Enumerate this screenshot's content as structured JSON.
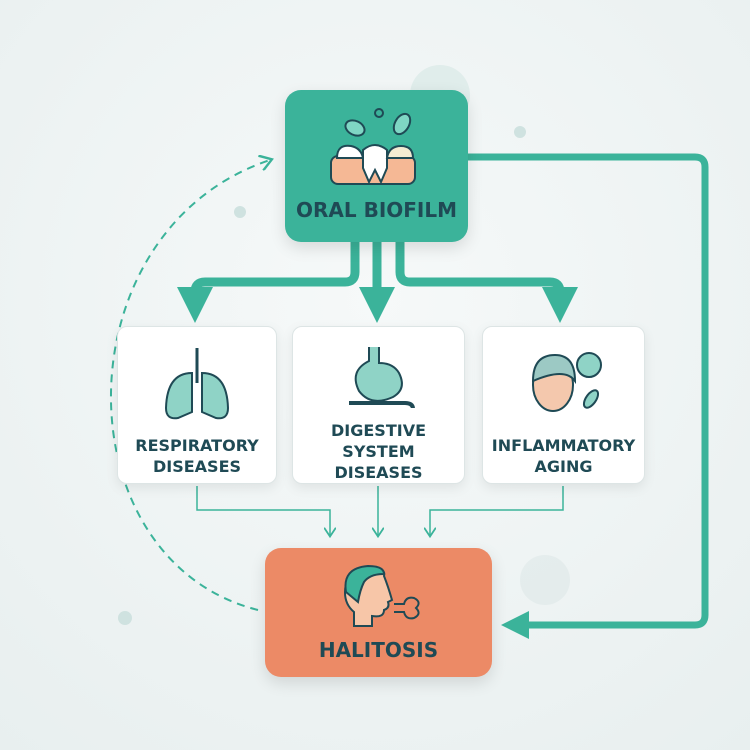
{
  "nodes": {
    "source": {
      "label": "ORAL BIOFILM",
      "icon": "teeth-bacteria-icon"
    },
    "outcomes": [
      {
        "label": "RESPIRATORY DISEASES",
        "line1": "RESPIRATORY",
        "line2": "DISEASES",
        "icon": "lungs-icon"
      },
      {
        "label": "DIGESTIVE SYSTEM DISEASES",
        "line1": "DIGESTIVE SYSTEM",
        "line2": "DISEASES",
        "icon": "stomach-icon"
      },
      {
        "label": "INFLAMMATORY AGING",
        "line1": "INFLAMMATORY",
        "line2": "AGING",
        "icon": "aging-face-icon"
      }
    ],
    "target": {
      "label": "HALITOSIS",
      "icon": "bad-breath-icon"
    }
  },
  "colors": {
    "teal": "#3bb39a",
    "orange": "#ec8a66",
    "text": "#1f4a55"
  }
}
